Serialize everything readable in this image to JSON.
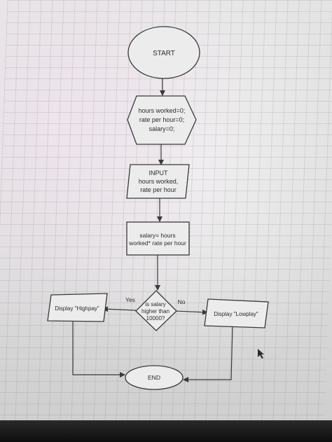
{
  "flowchart": {
    "start": "START",
    "init": [
      "hours worked=0;",
      "rate per hour=0;",
      "salary=0;"
    ],
    "input": [
      "INPUT",
      "hours worked,",
      "rate per hour"
    ],
    "process": [
      "salary= hours",
      "worked* rate per hour"
    ],
    "decision": [
      "is salary",
      "higher than",
      "10000?"
    ],
    "yes_label": "Yes",
    "no_label": "No",
    "high_output": "Display \"Highpay\"",
    "low_output": "Display \"Lowplay\"",
    "end": "END"
  },
  "colors": {
    "stroke": "#3a3a3a",
    "text": "#2b2b2b",
    "grid": "#bdbdbd",
    "bezel": "#111111"
  }
}
